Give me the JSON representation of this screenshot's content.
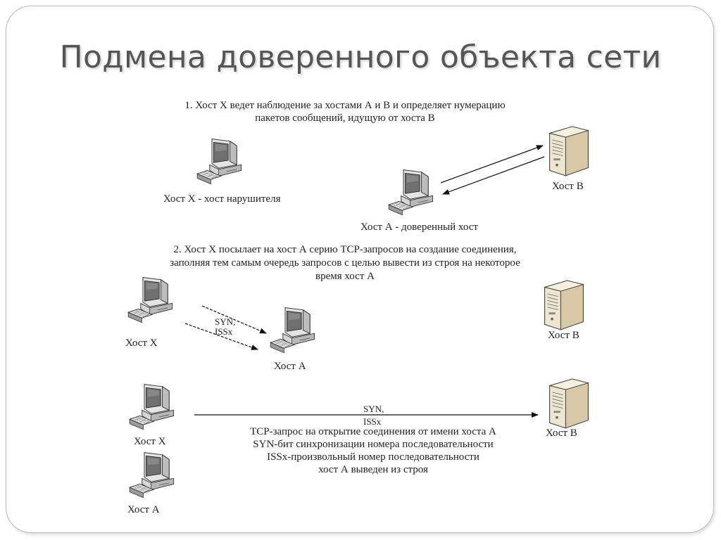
{
  "title": "Подмена доверенного объекта сети",
  "step1": {
    "text_line1": "1. Хост Х ведет наблюдение за хостами А и В и определяет нумерацию",
    "text_line2": "пакетов сообщений, идущую от хоста В",
    "host_x_label": "Хост Х - хост нарушителя",
    "host_a_label": "Хост А - доверенный хост",
    "host_b_label": "Хост В"
  },
  "step2": {
    "text_line1": "2. Хост Х посылает на хост А серию ТСР-запросов на создание соединения,",
    "text_line2": "заполняя тем самым очередь запросов с целью вывести из строя на некоторое",
    "text_line3": "время хост А",
    "packet_line1": "SYN,",
    "packet_line2": "ISSx",
    "host_x_label": "Хост Х",
    "host_a_label": "Хост А",
    "host_b_label": "Хост В"
  },
  "step3": {
    "packet_line1": "SYN,",
    "packet_line2": "ISSx",
    "caption_line1": "ТСР-запрос на открытие соединения от имени хоста А",
    "caption_line2": "SYN-бит синхронизации номера последовательности",
    "caption_line3": "ISSx-произвольный номер последовательности",
    "caption_line4": "хост А выведен из строя",
    "host_x_label": "Хост Х",
    "host_a_label": "Хост А",
    "host_b_label": "Хост В"
  },
  "icons": {
    "workstation": "computer-icon",
    "server": "server-icon"
  },
  "colors": {
    "title": "#555555",
    "monitor_screen": "#6f6f6f",
    "server_body": "#e8dcc0"
  }
}
